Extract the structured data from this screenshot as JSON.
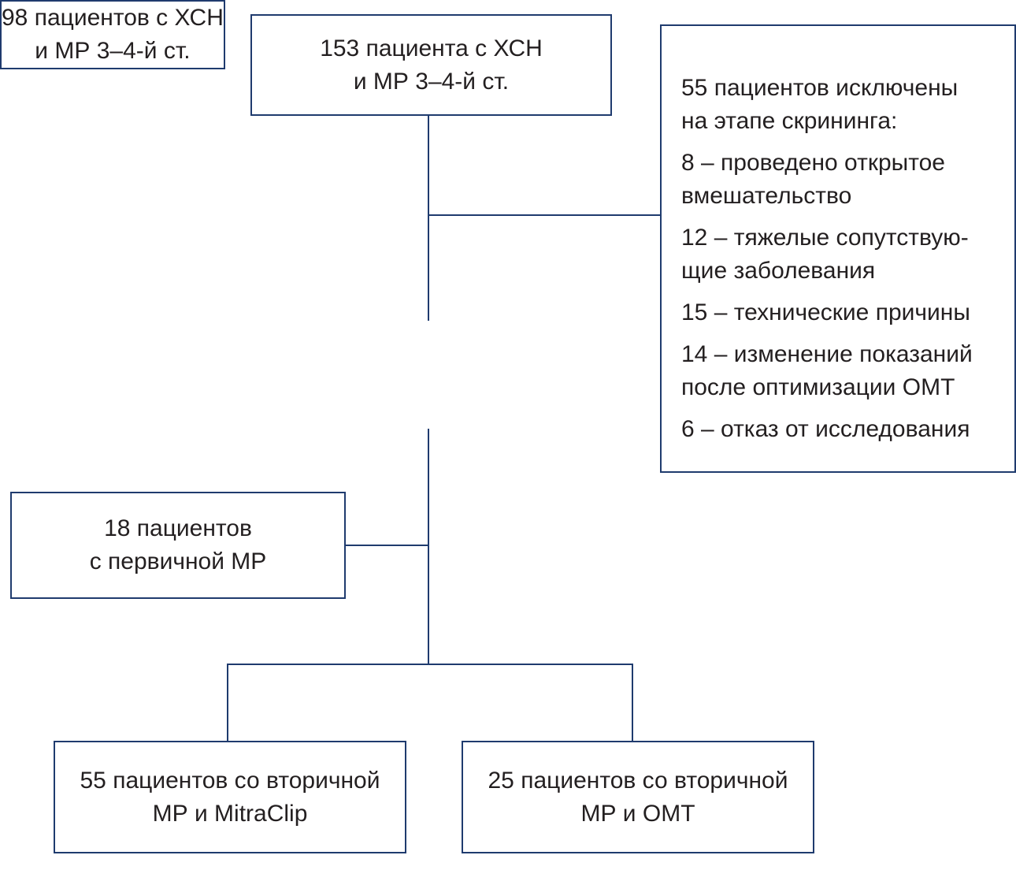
{
  "diagram": {
    "start_box": {
      "lines": [
        "153 пациента с ХСН",
        "и МР 3–4-й ст."
      ]
    },
    "excluded_box": {
      "header": [
        "55 пациентов исключены",
        "на этапе скрининга:"
      ],
      "reasons": [
        [
          "8 – проведено открытое",
          "вмешательство"
        ],
        [
          "12 – тяжелые сопутствую-",
          "щие заболевания"
        ],
        [
          "15 – технические причины"
        ],
        [
          "14 – изменение показаний",
          "после оптимизации ОМТ"
        ],
        [
          "6 – отказ от исследования"
        ]
      ]
    },
    "screened_box": {
      "lines": [
        "98 пациентов с ХСН",
        "и МР 3–4-й ст."
      ]
    },
    "primary_box": {
      "lines": [
        "18 пациентов",
        "с первичной МР"
      ]
    },
    "mitraclip_box": {
      "lines": [
        "55 пациентов со вторичной",
        "МР и MitraClip"
      ]
    },
    "omt_box": {
      "lines": [
        "25 пациентов со вторичной",
        "МР и ОМТ"
      ]
    },
    "colors": {
      "border": "#1f3b6e",
      "text": "#231f20"
    }
  }
}
